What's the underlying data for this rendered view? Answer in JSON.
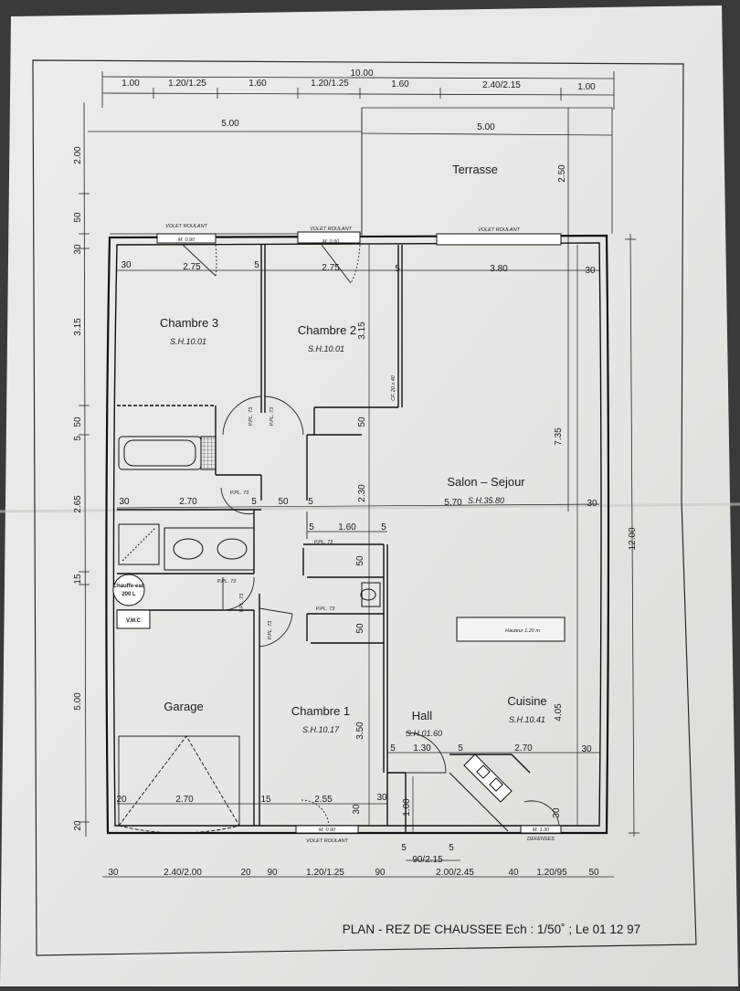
{
  "title": "PLAN - REZ DE CHAUSSEE Ech : 1/50˚ ; Le 01 12 97",
  "top_dims": {
    "total": "10.00",
    "row": [
      "1.00",
      "1.20/1.25",
      "1.60",
      "1.20/1.25",
      "1.60",
      "2.40/2.15",
      "1.00"
    ],
    "left_5": "5.00",
    "right_5": "5.00"
  },
  "left_dims": [
    "2.00",
    "50",
    "30",
    "3.15",
    "50",
    "5",
    "2.65",
    "15",
    "5.00",
    "20"
  ],
  "right_dims": {
    "total": "12.00",
    "terrace": "2.50",
    "salon": "7.35",
    "cuisine": "4.05"
  },
  "bottom_dims": {
    "row": [
      "30",
      "2.40/2.00",
      "20",
      "90",
      "1.20/1.25",
      "90",
      "2.00/2.45",
      "40",
      "1.20/95",
      "50"
    ],
    "entry": [
      "5",
      "5",
      "90/2.15"
    ]
  },
  "rooms": {
    "terrasse": {
      "name": "Terrasse"
    },
    "chambre3": {
      "name": "Chambre 3",
      "sh": "S.H.10.01"
    },
    "chambre2": {
      "name": "Chambre 2",
      "sh": "S.H.10.01"
    },
    "salon": {
      "name": "Salon – Sejour",
      "sh": "S.H.35.80"
    },
    "garage": {
      "name": "Garage"
    },
    "chambre1": {
      "name": "Chambre 1",
      "sh": "S.H.10.17"
    },
    "hall": {
      "name": "Hall",
      "sh": "S.H.01.60"
    },
    "cuisine": {
      "name": "Cuisine",
      "sh": "S.H.10.41"
    }
  },
  "fixtures": {
    "chauffe_eau": [
      "Chauffe-eau",
      "200 L"
    ],
    "vmc": "V.M.C",
    "hauteur": "Hauteur 1.20 m",
    "defenses": "DEFENSES"
  },
  "window_labels": {
    "volet": "VOLET ROULANT",
    "m090": "M. 0.90",
    "m130": "M. 1.30",
    "cf": "CF. 20 x 40"
  },
  "door_labels": [
    "P.PL. 73",
    "P.PL. 73",
    "P.PL. 73",
    "P.PL. 73",
    "P.PL. 73",
    "P.PL. 73",
    "P.PL. 73",
    "P.PL. 73"
  ],
  "interior_dims": {
    "c3_top": "2.75",
    "c2_top": "2.75",
    "salon_top": "3.80",
    "r1_left": "30",
    "r1_mid1": "5",
    "r1_mid2": "5",
    "r1_right": "30",
    "r1_v": "3.15",
    "hall_w": "50",
    "hall_h": "2.30",
    "r2_30": "30",
    "r2_270": "2.70",
    "r2_50": "50",
    "r2_5a": "5",
    "r2_570": "5.70",
    "r2_30b": "30",
    "corr_5a": "5",
    "corr_160": "1.60",
    "corr_5b": "5",
    "v50a": "50",
    "v50b": "50",
    "c1_350": "3.50",
    "hall_130": "1.30",
    "hall_5a": "5",
    "hall_5b": "5",
    "cui_270": "2.70",
    "cui_30": "30",
    "g_20": "20",
    "g_270": "2.70",
    "c1_15": "15",
    "c1_255": "2.55",
    "c1_30": "30",
    "e_100": "1.00",
    "e_30": "30"
  }
}
